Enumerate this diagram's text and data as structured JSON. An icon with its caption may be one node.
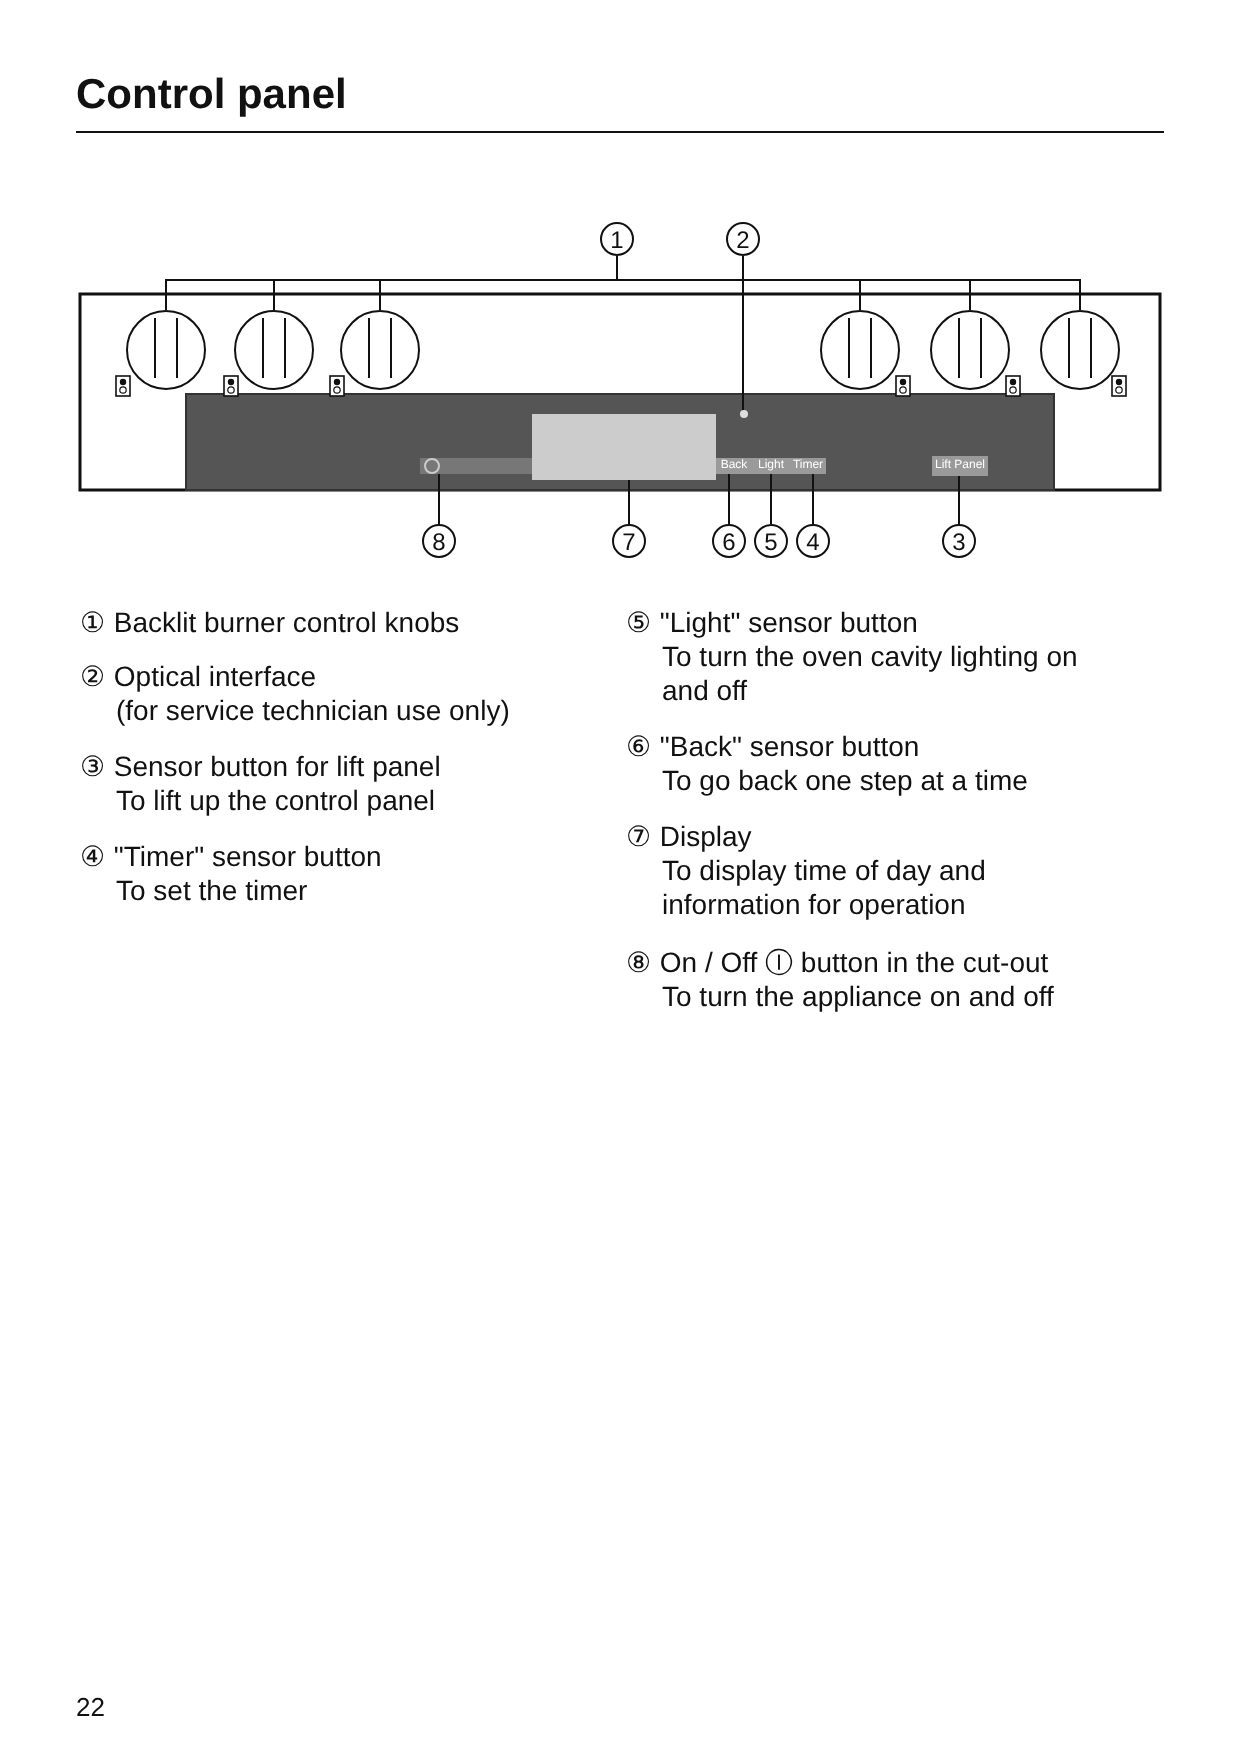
{
  "diagram": {
    "title": "Control panel",
    "nodes": [
      {
        "text": [
          "1"
        ]
      },
      {
        "text": [],
        "shape": "circle"
      },
      {
        "text": [],
        "shape": "circle"
      },
      {
        "text": [],
        "shape": "circle"
      },
      {
        "text": [],
        "shape": "circle"
      },
      {
        "text": [],
        "shape": "circle"
      },
      {
        "text": [],
        "shape": "circle"
      },
      {
        "text": [
          "2"
        ]
      },
      {
        "text": [],
        "shape": "circle"
      },
      {
        "text": [
          "8"
        ]
      },
      {
        "text": [],
        "shape": "box"
      },
      {
        "text": [
          "7"
        ]
      },
      {
        "text": [],
        "shape": "box"
      },
      {
        "text": [
          "6"
        ]
      },
      {
        "text": [
          "Back"
        ]
      },
      {
        "text": [
          "5"
        ]
      },
      {
        "text": [
          "Light"
        ]
      },
      {
        "text": [
          "4"
        ]
      },
      {
        "text": [
          "Timer"
        ]
      },
      {
        "text": [
          "3"
        ]
      },
      {
        "text": [
          "Lift Panel"
        ]
      }
    ],
    "edges": [
      {
        "from": 0,
        "to": 1,
        "arrow": "none"
      },
      {
        "from": 0,
        "to": 2,
        "arrow": "none"
      },
      {
        "from": 0,
        "to": 3,
        "arrow": "none"
      },
      {
        "from": 0,
        "to": 4,
        "arrow": "none"
      },
      {
        "from": 0,
        "to": 5,
        "arrow": "none"
      },
      {
        "from": 0,
        "to": 6,
        "arrow": "none"
      },
      {
        "from": 7,
        "to": 8,
        "arrow": "none"
      },
      {
        "from": 9,
        "to": 10,
        "arrow": "none"
      },
      {
        "from": 11,
        "to": 12,
        "arrow": "none"
      },
      {
        "from": 13,
        "to": 14,
        "arrow": "none"
      },
      {
        "from": 15,
        "to": 16,
        "arrow": "none"
      },
      {
        "from": 17,
        "to": 18,
        "arrow": "none"
      },
      {
        "from": 19,
        "to": 20,
        "arrow": "none"
      }
    ],
    "labels": [
      "① Backlit burner control knobs",
      "② Optical interface",
      "(for service technician use only)",
      "③ Sensor button for lift panel",
      "To lift up the control panel",
      "④ \"Timer\" sensor button",
      "To set the timer",
      "⑤ \"Light\" sensor button",
      "To turn the oven cavity lighting on and off",
      "⑥ \"Back\" sensor button",
      "To go back one step at a time",
      "⑦ Display",
      "To display time of day and information for operation",
      "⑧ On / Off Ⓘ button in the cut-out",
      "To turn the appliance on and off",
      "22"
    ]
  }
}
